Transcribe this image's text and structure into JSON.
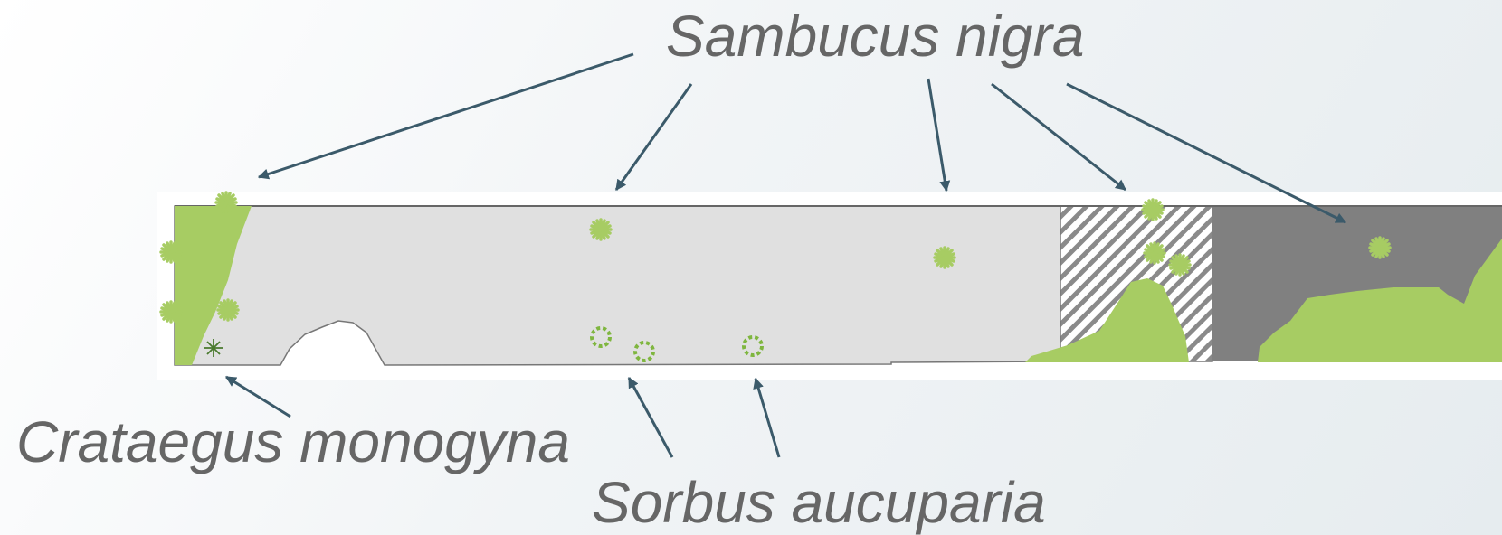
{
  "labels": {
    "sambucus": "Sambucus nigra",
    "crataegus": "Crataegus monogyna",
    "sorbus": "Sorbus aucuparia"
  },
  "colors": {
    "vegetation": "#a7cc63",
    "vegetation_dark": "#4a7a2e",
    "section_light": "#e0e0e0",
    "section_dark": "#808080",
    "hatch": "#8a8a8a",
    "arrow": "#3b5a6a",
    "label": "#666666"
  }
}
